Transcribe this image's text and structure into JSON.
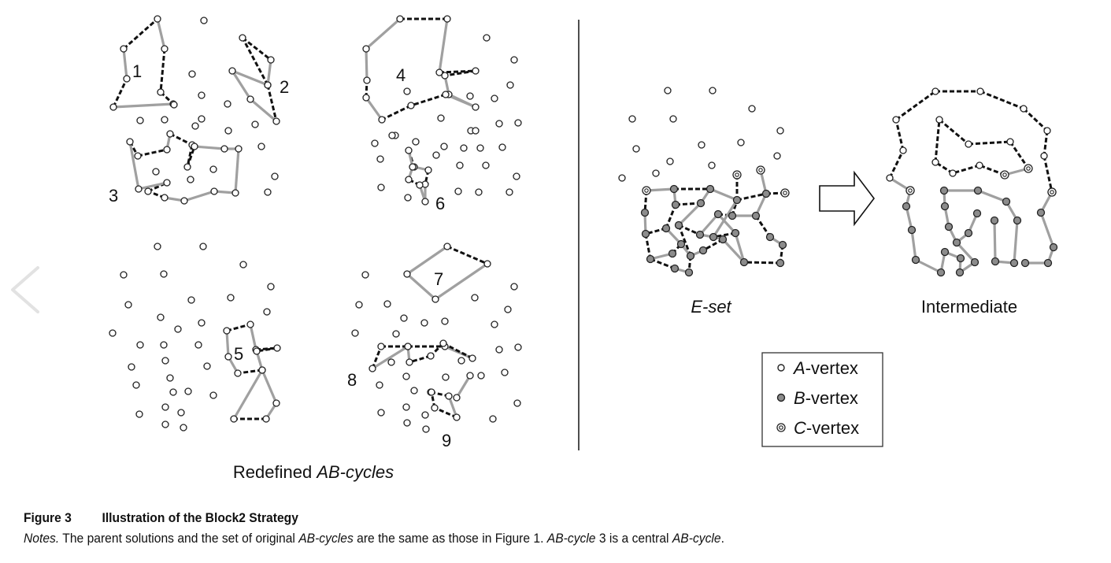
{
  "figure": {
    "left_panel_label_prefix": "Redefined ",
    "left_panel_label_em": "AB-cycles",
    "cycle_numbers": [
      "1",
      "2",
      "3",
      "4",
      "5",
      "6",
      "7",
      "8",
      "9"
    ],
    "eset_label": "E-set",
    "intermediate_label": "Intermediate",
    "legend": [
      {
        "marker": "A",
        "label_em": "A",
        "label_rest": "-vertex"
      },
      {
        "marker": "B",
        "label_em": "B",
        "label_rest": "-vertex"
      },
      {
        "marker": "C",
        "label_em": "C",
        "label_rest": "-vertex"
      }
    ],
    "colors": {
      "b_vertex": "#8c8c8c",
      "gray_edge": "#a0a0a0",
      "dashed_edge": "#111111"
    }
  },
  "caption": {
    "fig_number": "Figure 3",
    "fig_title": "Illustration of the Block2 Strategy",
    "notes_label": "Notes.",
    "notes_t1": " The parent solutions and the set of original ",
    "notes_em1": "AB-cycles",
    "notes_t2": " are the same as those in Figure 1. ",
    "notes_em2": "AB-cycle",
    "notes_t3": " 3 is a central ",
    "notes_em3": "AB-cycle",
    "notes_t4": "."
  },
  "nav": {
    "prev_icon": "chevron-left-icon"
  }
}
